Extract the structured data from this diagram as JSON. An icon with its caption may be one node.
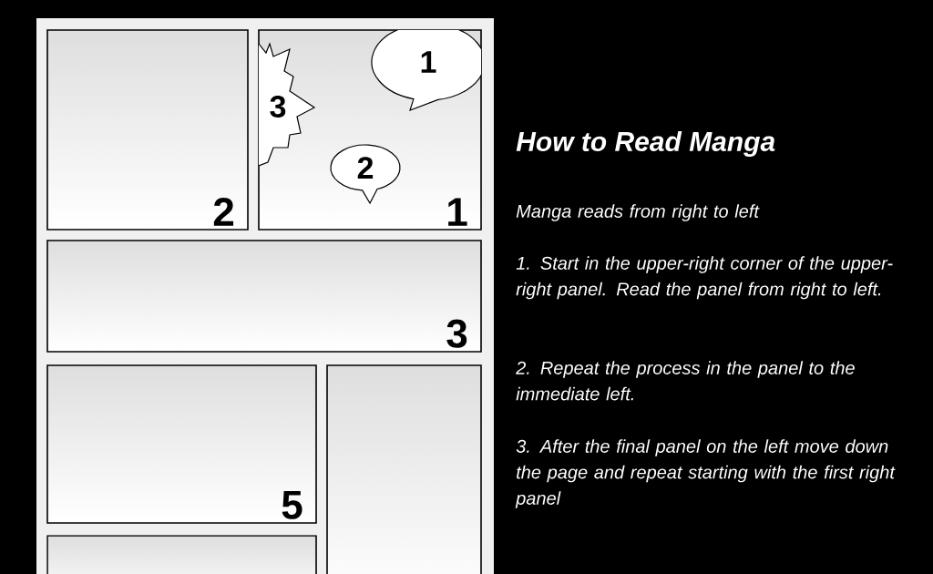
{
  "diagram": {
    "title": "How to Read Manga",
    "nodes": [
      {
        "text": [
          "2"
        ]
      },
      {
        "text": [
          "1"
        ]
      },
      {
        "text": [
          "1"
        ],
        "in": 1
      },
      {
        "text": [
          "3"
        ],
        "in": 1
      },
      {
        "text": [
          "2"
        ],
        "in": 1
      },
      {
        "text": [
          "3"
        ]
      },
      {
        "text": [
          "5"
        ]
      },
      {
        "text": [],
        "shape": "box"
      },
      {
        "text": [],
        "shape": "box"
      }
    ],
    "edges": [],
    "labels": [
      "Manga reads from right to left",
      "1. Start in the upper-right corner of the upper-right panel. Read the panel from right to left.",
      "2. Repeat the process in the panel to the immediate left.",
      "3. After the final panel on the left move down the page and repeat starting with the first right panel"
    ]
  }
}
